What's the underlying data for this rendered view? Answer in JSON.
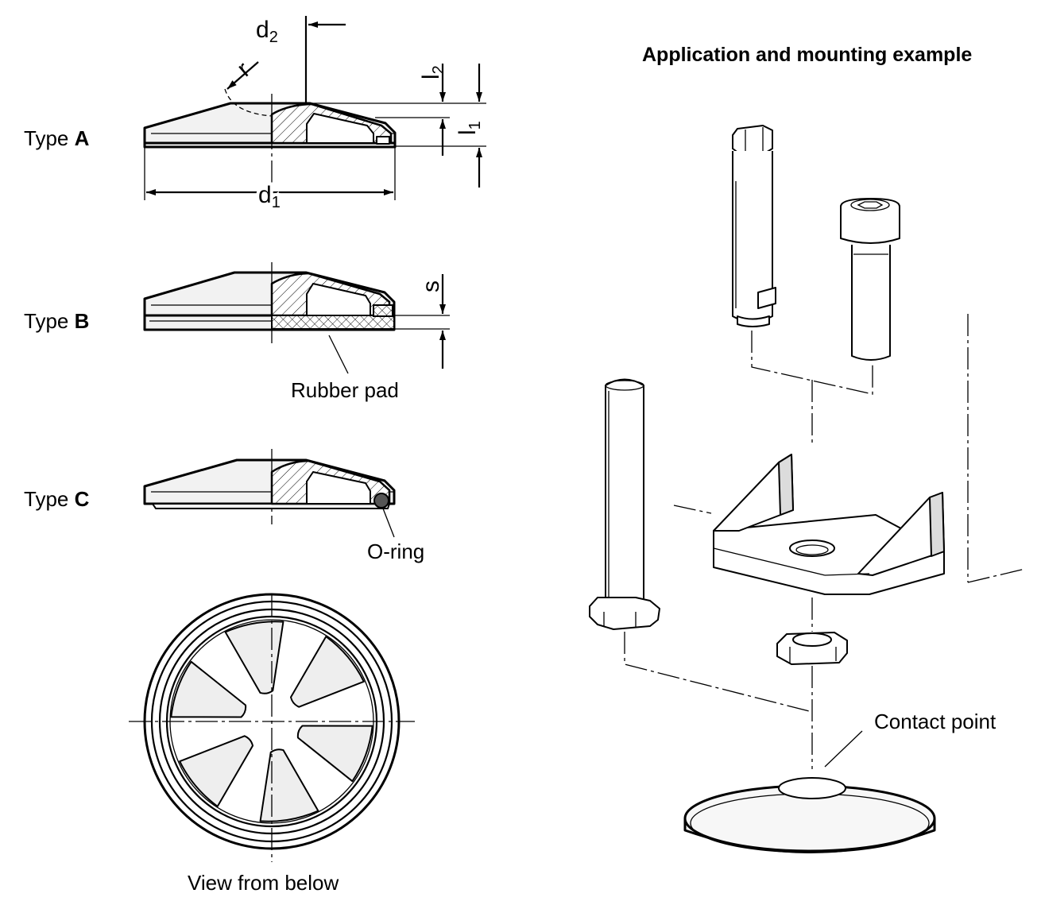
{
  "labels": {
    "type_a_prefix": "Type ",
    "type_a_letter": "A",
    "type_b_prefix": "Type ",
    "type_b_letter": "B",
    "type_c_prefix": "Type ",
    "type_c_letter": "C",
    "rubber_pad": "Rubber pad",
    "o_ring": "O-ring",
    "view_from_below": "View from below",
    "application_title": "Application and mounting example",
    "contact_point": "Contact point"
  },
  "dimensions": {
    "d2_main": "d",
    "d2_sub": "2",
    "d1_main": "d",
    "d1_sub": "1",
    "r": "r",
    "l2_main": "l",
    "l2_sub": "2",
    "l1_main": "l",
    "l1_sub": "1",
    "s": "s"
  }
}
